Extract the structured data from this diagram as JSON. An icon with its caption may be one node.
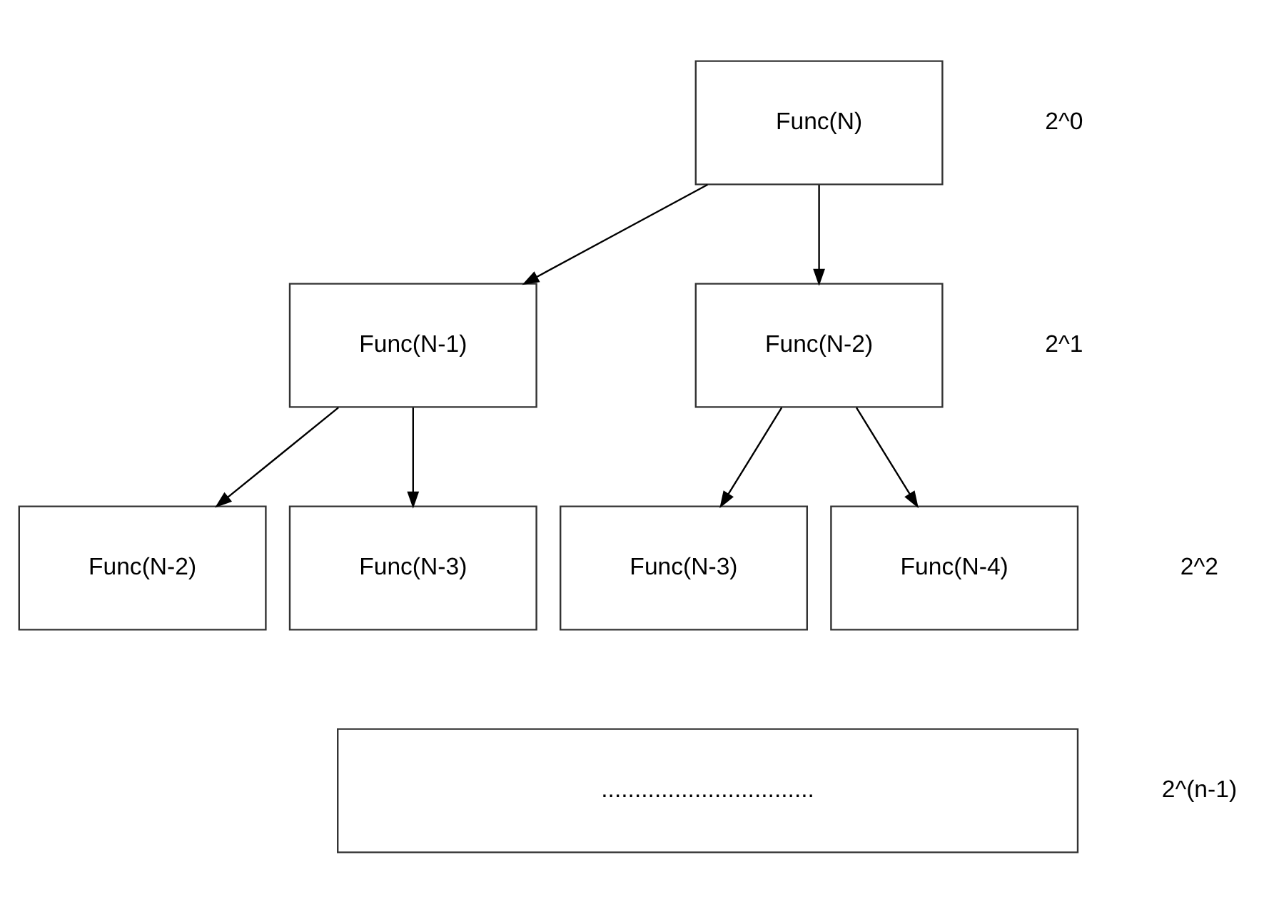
{
  "diagram": {
    "nodes": [
      {
        "text": [
          "Func(N)"
        ]
      },
      {
        "text": [
          "Func(N-1)"
        ]
      },
      {
        "text": [
          "Func(N-2)"
        ]
      },
      {
        "text": [
          "Func(N-2)"
        ]
      },
      {
        "text": [
          "Func(N-3)"
        ]
      },
      {
        "text": [
          "Func(N-3)"
        ]
      },
      {
        "text": [
          "Func(N-4)"
        ]
      },
      {
        "text": [
          "................................"
        ]
      }
    ],
    "edges": [
      {
        "from": 0,
        "to": 1,
        "arrow": "to"
      },
      {
        "from": 0,
        "to": 2,
        "arrow": "to"
      },
      {
        "from": 1,
        "to": 3,
        "arrow": "to"
      },
      {
        "from": 1,
        "to": 4,
        "arrow": "to"
      },
      {
        "from": 2,
        "to": 5,
        "arrow": "to"
      },
      {
        "from": 2,
        "to": 6,
        "arrow": "to"
      }
    ],
    "labels": [
      "2^0",
      "2^1",
      "2^2",
      "2^(n-1)"
    ]
  }
}
